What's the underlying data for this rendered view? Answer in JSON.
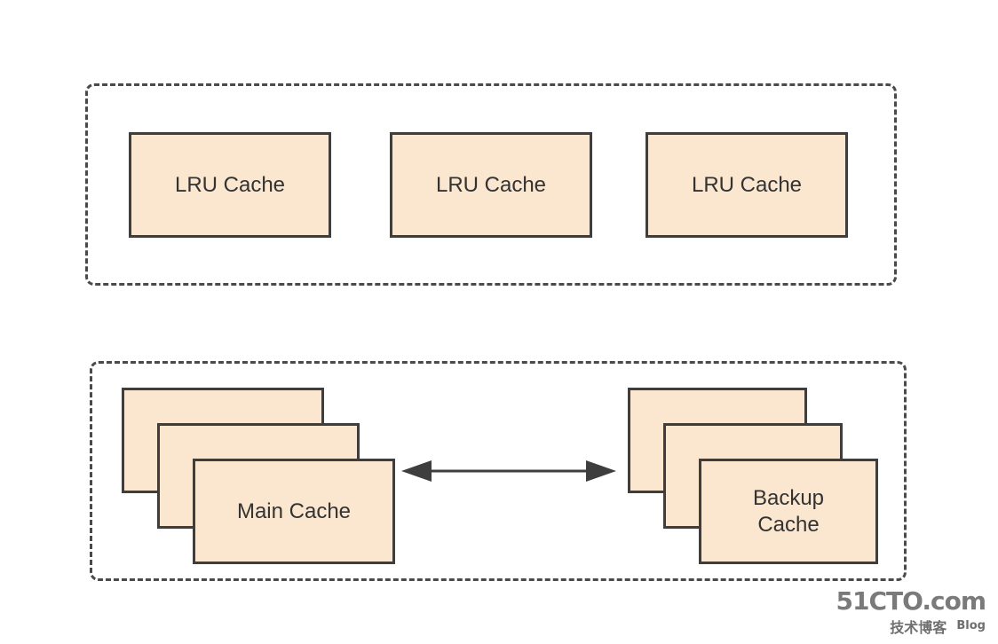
{
  "top_group": {
    "caches": [
      {
        "label": "LRU Cache"
      },
      {
        "label": "LRU Cache"
      },
      {
        "label": "LRU Cache"
      }
    ]
  },
  "bottom_group": {
    "main_cache": {
      "label": "Main Cache"
    },
    "backup_cache": {
      "label": "Backup\nCache"
    },
    "connector": "bidirectional-arrow"
  },
  "watermark": {
    "site": "51CTO.com",
    "subtitle": "技术博客",
    "blog": "Blog"
  },
  "colors": {
    "box_fill": "#fbe6cf",
    "box_border": "#3e3e3e",
    "dashed_border": "#4a4a4a",
    "text": "#333333"
  }
}
